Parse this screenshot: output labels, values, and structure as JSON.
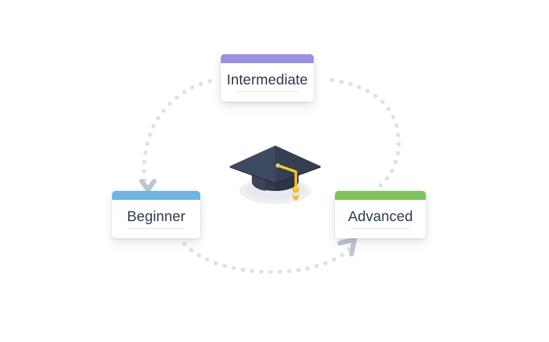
{
  "diagram": {
    "type": "cycle",
    "center_icon": "graduation-cap-icon",
    "cards": [
      {
        "id": "intermediate",
        "label": "Intermediate",
        "accent_color": "#9a92de",
        "position": "top-center"
      },
      {
        "id": "beginner",
        "label": "Beginner",
        "accent_color": "#6fb3e0",
        "position": "bottom-left"
      },
      {
        "id": "advanced",
        "label": "Advanced",
        "accent_color": "#7fc35f",
        "position": "bottom-right"
      }
    ],
    "connectors": {
      "style": "dotted-circle",
      "dot_color": "#dde1e8",
      "arrow_color": "#b9c0cc",
      "arrows": [
        {
          "id": "arrow-to-beginner",
          "direction": "down",
          "target": "beginner"
        },
        {
          "id": "arrow-to-advanced",
          "direction": "up-right",
          "target": "advanced"
        }
      ]
    },
    "colors": {
      "text": "#2c3a50",
      "background": "#ffffff",
      "rule": "#dfe3ea",
      "cap_dark": "#323c4e",
      "cap_mid": "#3b465a",
      "cap_light": "#46526a",
      "tassel": "#f5b921",
      "shadow": "#eceef3"
    }
  }
}
